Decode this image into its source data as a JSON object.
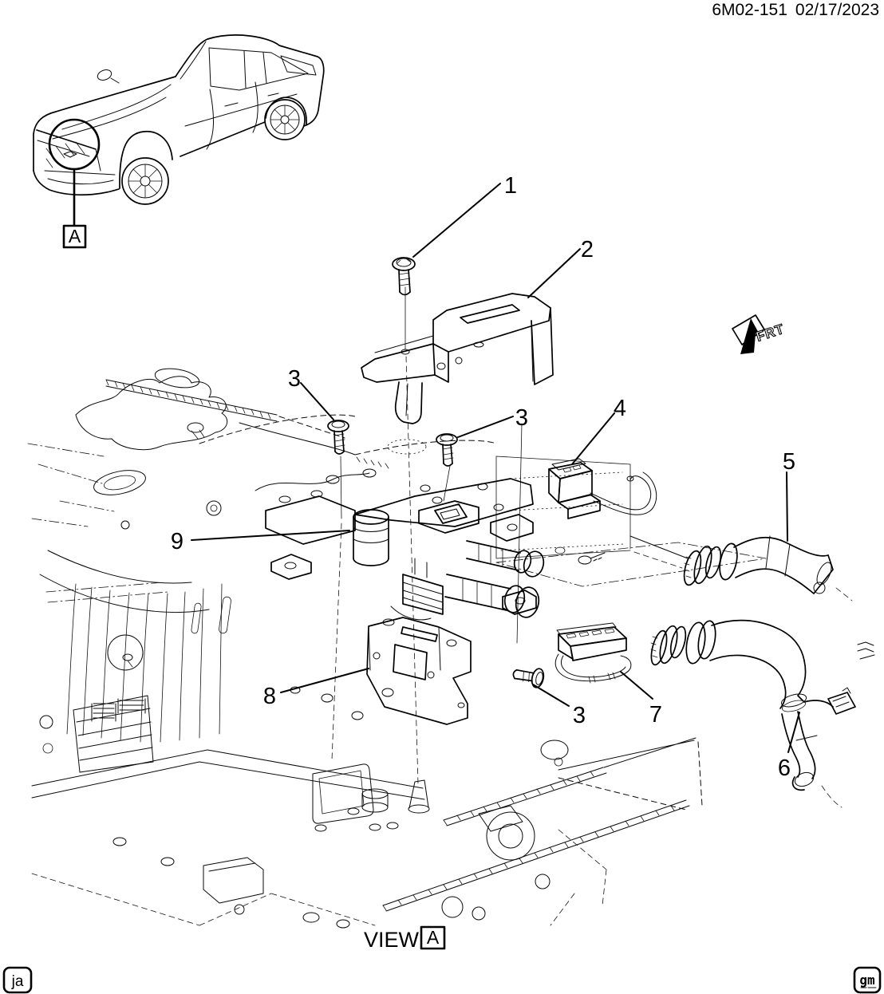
{
  "header": {
    "doc_number": "6M02-151",
    "date": "02/17/2023"
  },
  "vehicle_inset": {
    "detail_letter": "A"
  },
  "direction_indicator": {
    "label": "FRT"
  },
  "callouts": [
    {
      "label": "1",
      "target": "mounting-bolt"
    },
    {
      "label": "2",
      "target": "upper-bracket"
    },
    {
      "label": "3",
      "target": "screw-left"
    },
    {
      "label": "3",
      "target": "screw-center"
    },
    {
      "label": "3",
      "target": "screw-lower"
    },
    {
      "label": "4",
      "target": "electrical-connector-upper"
    },
    {
      "label": "5",
      "target": "coolant-hose-upper"
    },
    {
      "label": "6",
      "target": "coolant-hose-lower"
    },
    {
      "label": "7",
      "target": "electrical-connector-lower"
    },
    {
      "label": "8",
      "target": "lower-bracket"
    },
    {
      "label": "9",
      "target": "coolant-valve-assembly"
    }
  ],
  "view_label": {
    "prefix": "VIEW",
    "letter": "A"
  },
  "footer": {
    "left_mark": "ja",
    "right_mark": "gm"
  },
  "colors": {
    "line": "#000000",
    "background": "#ffffff"
  }
}
